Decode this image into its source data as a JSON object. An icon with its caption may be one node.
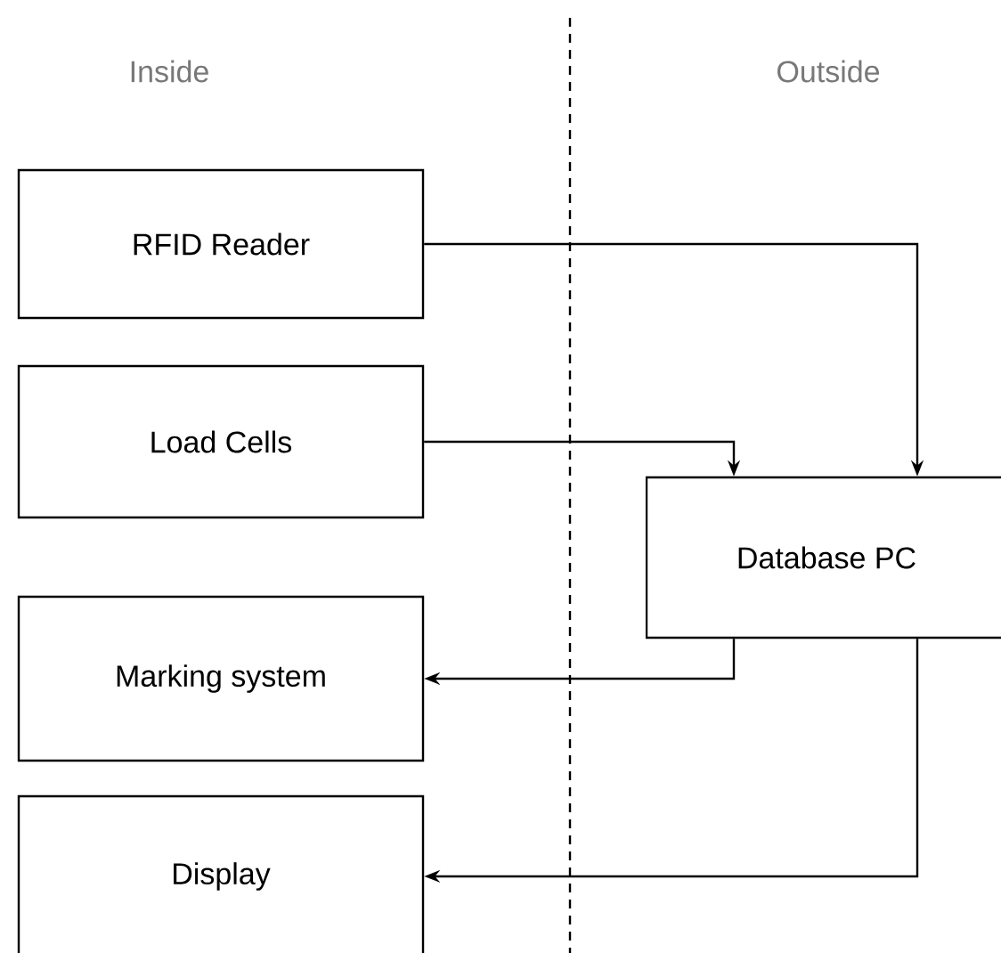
{
  "diagram": {
    "nodes": [
      {
        "text": [
          "RFID Reader"
        ]
      },
      {
        "text": [
          "Load Cells"
        ]
      },
      {
        "text": [
          "Marking system"
        ]
      },
      {
        "text": [
          "Display"
        ]
      },
      {
        "text": [
          "Database PC"
        ]
      }
    ],
    "edges": [
      {
        "from": 0,
        "to": 4,
        "arrow": "to"
      },
      {
        "from": 1,
        "to": 4,
        "arrow": "to"
      },
      {
        "from": 4,
        "to": 2,
        "arrow": "to"
      },
      {
        "from": 4,
        "to": 3,
        "arrow": "to"
      }
    ],
    "labels": [
      "Inside",
      "Outside"
    ]
  }
}
